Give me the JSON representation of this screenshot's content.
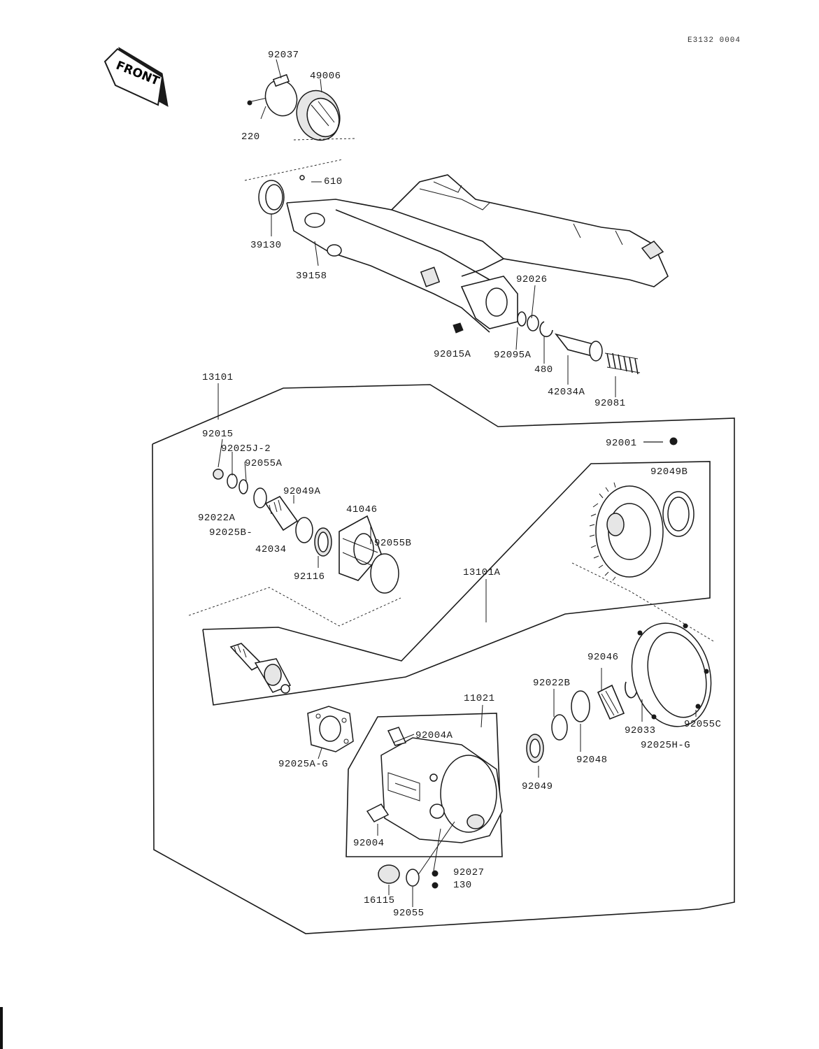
{
  "doc_code": "E3132 0004",
  "front_label": "FRONT",
  "labels": {
    "p92037": "92037",
    "p49006": "49006",
    "p220": "220",
    "p610": "610",
    "p39130": "39130",
    "p39158": "39158",
    "p92026": "92026",
    "p92015A": "92015A",
    "p92095A": "92095A",
    "p480": "480",
    "p42034A": "42034A",
    "p92081": "92081",
    "p13101": "13101",
    "p92015": "92015",
    "p92025J2": "92025J-2",
    "p92055A": "92055A",
    "p92049A": "92049A",
    "p41046": "41046",
    "p92022A": "92022A",
    "p92025B": "92025B-",
    "p42034": "42034",
    "p92055B": "92055B",
    "p92116": "92116",
    "p13101A": "13101A",
    "p92001": "92001",
    "p92049B": "92049B",
    "p92046": "92046",
    "p92022B": "92022B",
    "p11021": "11021",
    "p92004A": "92004A",
    "p92033": "92033",
    "p92055C": "92055C",
    "p92025HG2": "92025H-G",
    "p92048": "92048",
    "p92025AG": "92025A-G",
    "p92049": "92049",
    "p92004": "92004",
    "p92027": "92027",
    "p130": "130",
    "p16115": "16115",
    "p92055": "92055"
  }
}
